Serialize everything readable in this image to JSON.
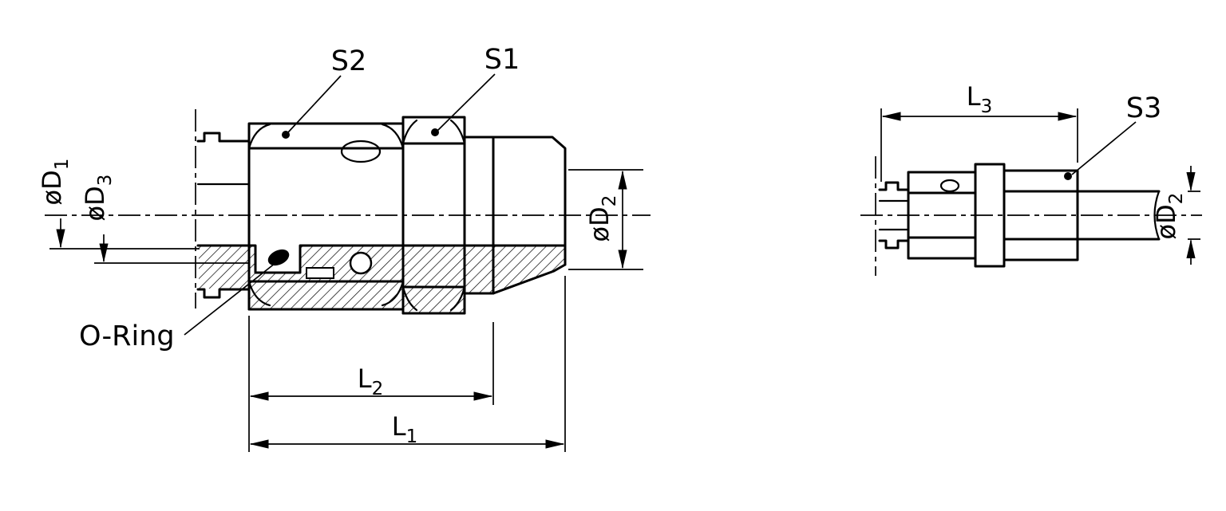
{
  "drawing": {
    "background_color": "#ffffff",
    "line_color": "#000000",
    "left_view": {
      "labels": {
        "s2": "S2",
        "s1": "S1",
        "o_ring": "O-Ring"
      },
      "dimensions": {
        "d1": {
          "base": "øD",
          "sub": "1"
        },
        "d3": {
          "base": "øD",
          "sub": "3"
        },
        "d2": {
          "base": "øD",
          "sub": "2"
        },
        "l2": {
          "base": "L",
          "sub": "2"
        },
        "l1": {
          "base": "L",
          "sub": "1"
        }
      }
    },
    "right_view": {
      "labels": {
        "s3": "S3"
      },
      "dimensions": {
        "l3": {
          "base": "L",
          "sub": "3"
        },
        "d2": {
          "base": "øD",
          "sub": "2"
        }
      }
    }
  }
}
